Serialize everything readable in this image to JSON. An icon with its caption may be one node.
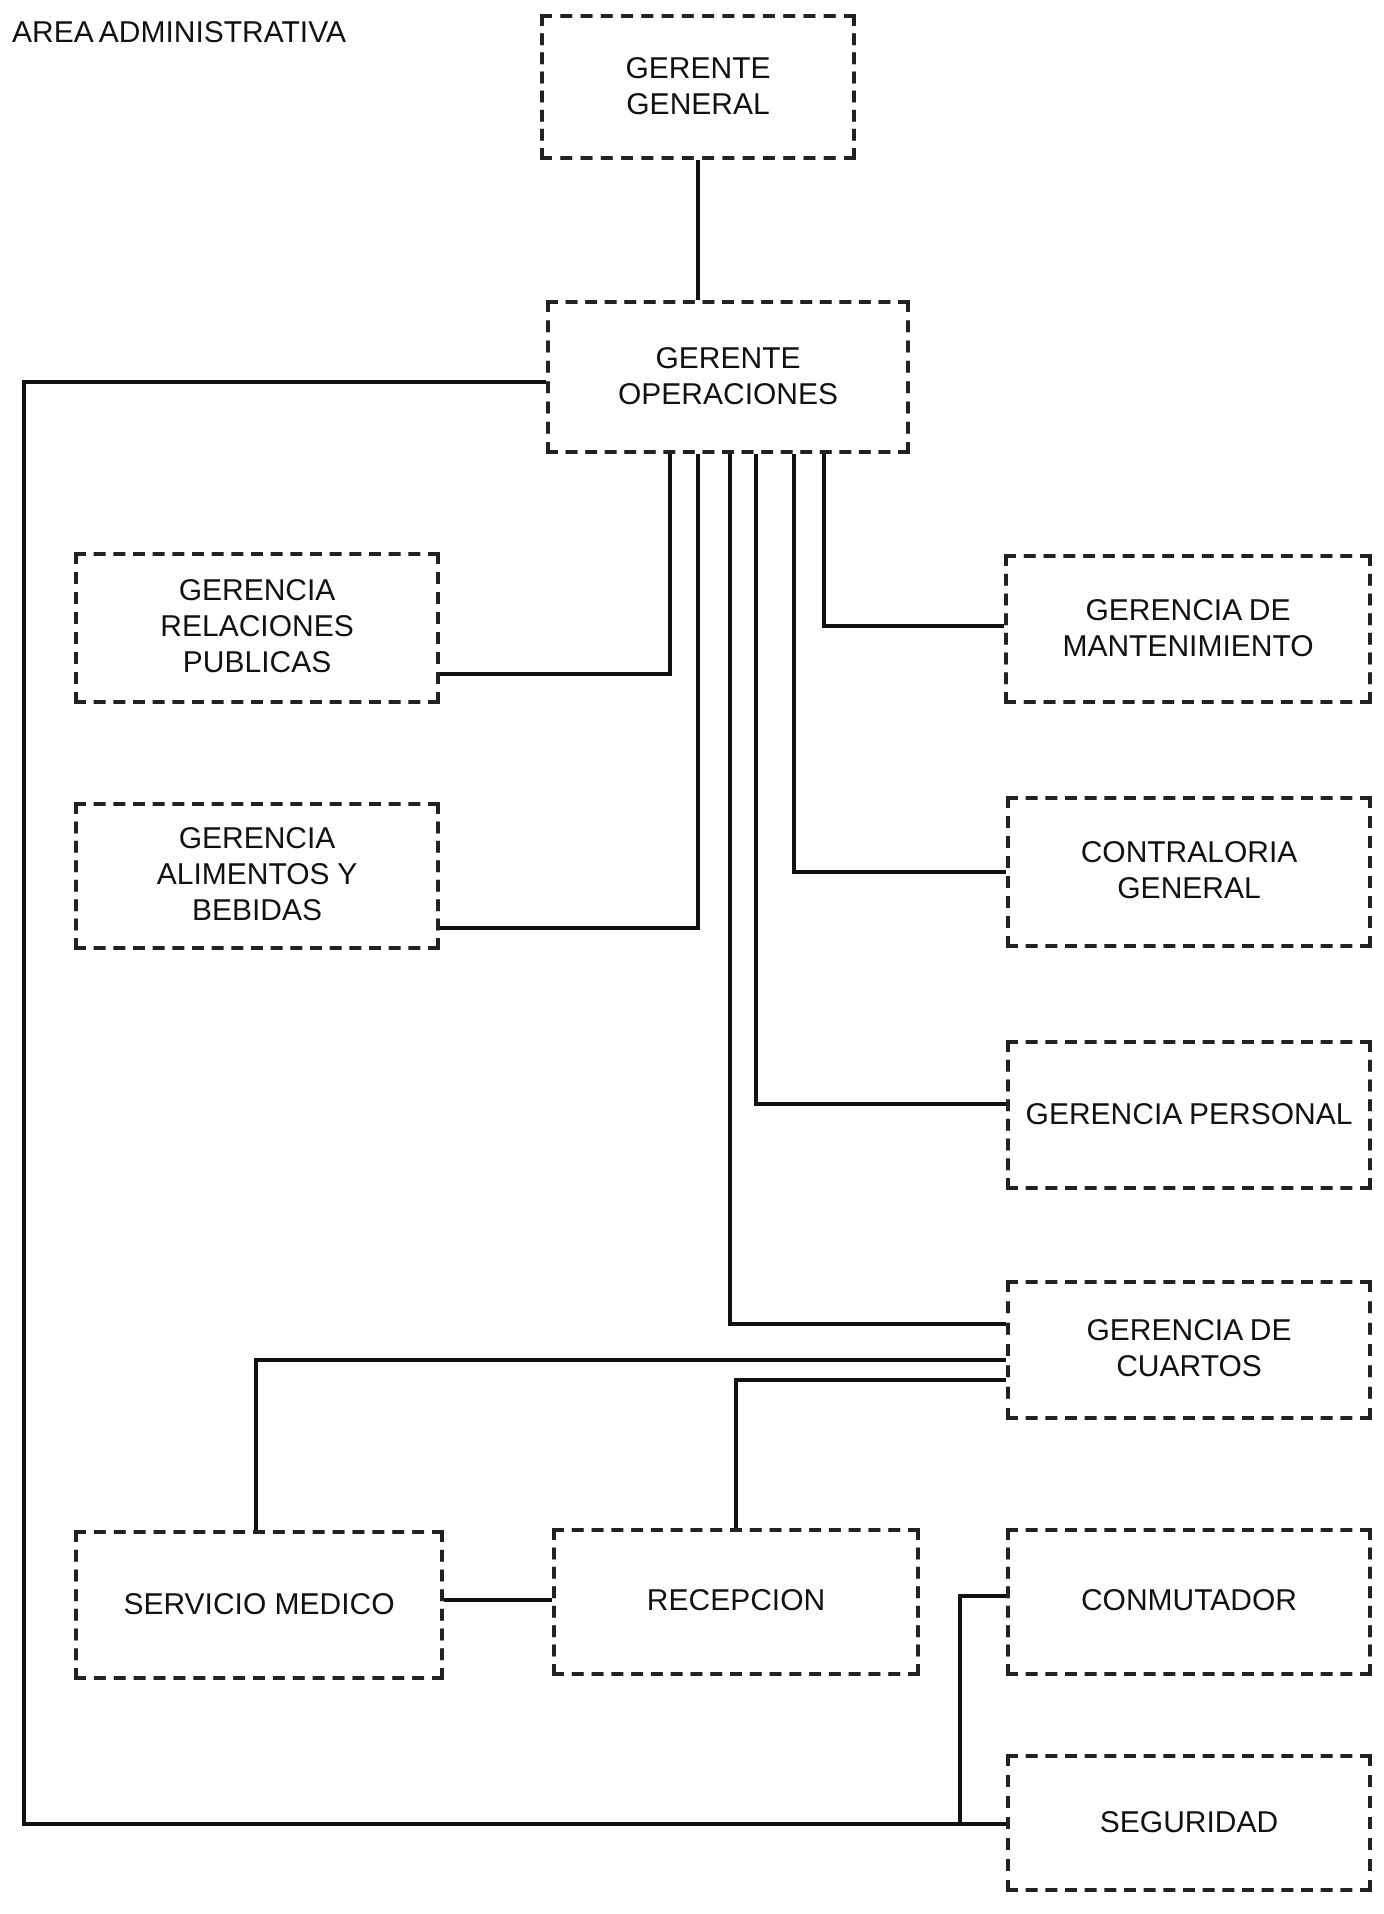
{
  "diagram": {
    "nodes": [
      {
        "text": [
          "GERENTE GENERAL"
        ]
      },
      {
        "text": [
          "GERENTE OPERACIONES"
        ]
      },
      {
        "text": [
          "GERENCIA RELACIONES PUBLICAS"
        ]
      },
      {
        "text": [
          "GERENCIA ALIMENTOS Y BEBIDAS"
        ]
      },
      {
        "text": [
          "GERENCIA DE MANTENIMIENTO"
        ]
      },
      {
        "text": [
          "CONTRALORIA GENERAL"
        ]
      },
      {
        "text": [
          "GERENCIA PERSONAL"
        ]
      },
      {
        "text": [
          "GERENCIA DE CUARTOS"
        ]
      },
      {
        "text": [
          "SERVICIO MEDICO"
        ]
      },
      {
        "text": [
          "RECEPCION"
        ]
      },
      {
        "text": [
          "CONMUTADOR"
        ]
      },
      {
        "text": [
          "SEGURIDAD"
        ]
      }
    ],
    "edges": [
      {
        "from": 0,
        "to": 1,
        "arrow": "none"
      },
      {
        "from": 1,
        "to": 2,
        "arrow": "none"
      },
      {
        "from": 1,
        "to": 3,
        "arrow": "none"
      },
      {
        "from": 1,
        "to": 4,
        "arrow": "none"
      },
      {
        "from": 1,
        "to": 5,
        "arrow": "none"
      },
      {
        "from": 1,
        "to": 6,
        "arrow": "none"
      },
      {
        "from": 1,
        "to": 7,
        "arrow": "none"
      },
      {
        "from": 7,
        "to": 8,
        "arrow": "none"
      },
      {
        "from": 7,
        "to": 9,
        "arrow": "none"
      },
      {
        "from": 8,
        "to": 9,
        "arrow": "none"
      },
      {
        "from": 1,
        "to": 11,
        "arrow": "none"
      },
      {
        "from": 10,
        "to": 11,
        "arrow": "none"
      }
    ],
    "labels": [
      "AREA ADMINISTRATIVA"
    ]
  }
}
